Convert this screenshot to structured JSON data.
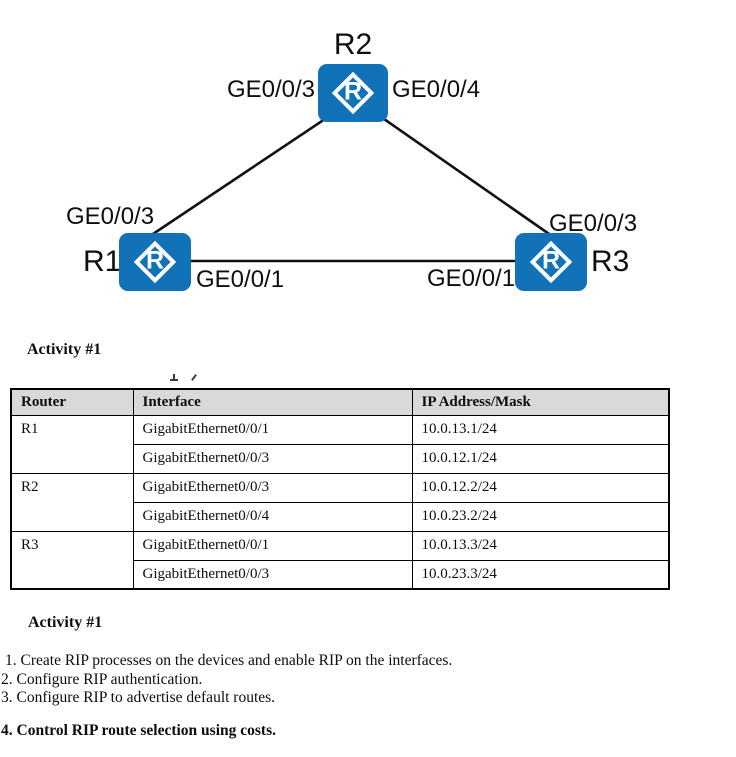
{
  "diagram": {
    "router_letter": "R",
    "router_color": "#1272b8",
    "r2": {
      "name": "R2",
      "left_label": "GE0/0/3",
      "right_label": "GE0/0/4"
    },
    "r1": {
      "name": "R1",
      "top_label": "GE0/0/3",
      "bottom_label": "GE0/0/1"
    },
    "r3": {
      "name": "R3",
      "top_label": "GE0/0/3",
      "left_label": "GE0/0/1"
    }
  },
  "sections": {
    "activity_top": "Activity #1",
    "activity_bottom": "Activity #1"
  },
  "table": {
    "headers": [
      "Router",
      "Interface",
      "IP Address/Mask"
    ],
    "groups": [
      {
        "router": "R1",
        "entries": [
          {
            "interface": "GigabitEthernet0/0/1",
            "ip": "10.0.13.1/24"
          },
          {
            "interface": "GigabitEthernet0/0/3",
            "ip": "10.0.12.1/24"
          }
        ]
      },
      {
        "router": "R2",
        "entries": [
          {
            "interface": "GigabitEthernet0/0/3",
            "ip": "10.0.12.2/24"
          },
          {
            "interface": "GigabitEthernet0/0/4",
            "ip": "10.0.23.2/24"
          }
        ]
      },
      {
        "router": "R3",
        "entries": [
          {
            "interface": "GigabitEthernet0/0/1",
            "ip": "10.0.13.3/24"
          },
          {
            "interface": "GigabitEthernet0/0/3",
            "ip": "10.0.23.3/24"
          }
        ]
      }
    ]
  },
  "tasks": {
    "items": [
      {
        "text": "1. Create RIP processes on the devices and enable RIP on the interfaces.",
        "emphasis": false
      },
      {
        "text": "2. Configure RIP authentication.",
        "emphasis": false
      },
      {
        "text": "3. Configure RIP to advertise default routes.",
        "emphasis": false
      },
      {
        "text": "4. Control RIP route selection using costs.",
        "emphasis": true
      }
    ]
  }
}
